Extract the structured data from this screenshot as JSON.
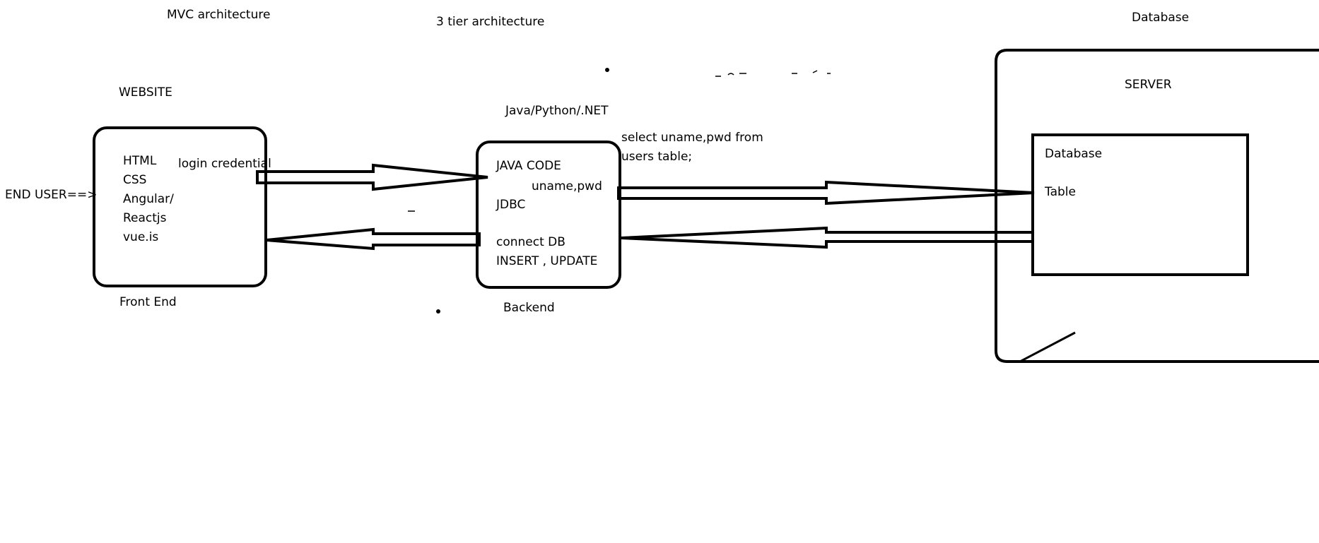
{
  "titles": {
    "mvc": "MVC architecture",
    "tier": "3 tier architecture",
    "database_heading": "Database"
  },
  "frontend": {
    "heading": "WEBSITE",
    "items": [
      "HTML",
      "CSS",
      "Angular/",
      "Reactjs",
      "vue.is"
    ],
    "caption": "Front End"
  },
  "end_user_label": "END USER==>",
  "login_label": "login credential",
  "backend": {
    "heading": "Java/Python/.NET",
    "items": [
      "JAVA CODE",
      "JDBC",
      "connect DB",
      "INSERT , UPDATE"
    ],
    "caption": "Backend",
    "uname_label": "uname,pwd"
  },
  "query": {
    "line1": "select uname,pwd from",
    "line2": "users  table;"
  },
  "server": {
    "heading": "SERVER",
    "db_label": "Database",
    "table_label": "Table"
  },
  "colors": {
    "ink": "#000000",
    "background": "#ffffff"
  }
}
